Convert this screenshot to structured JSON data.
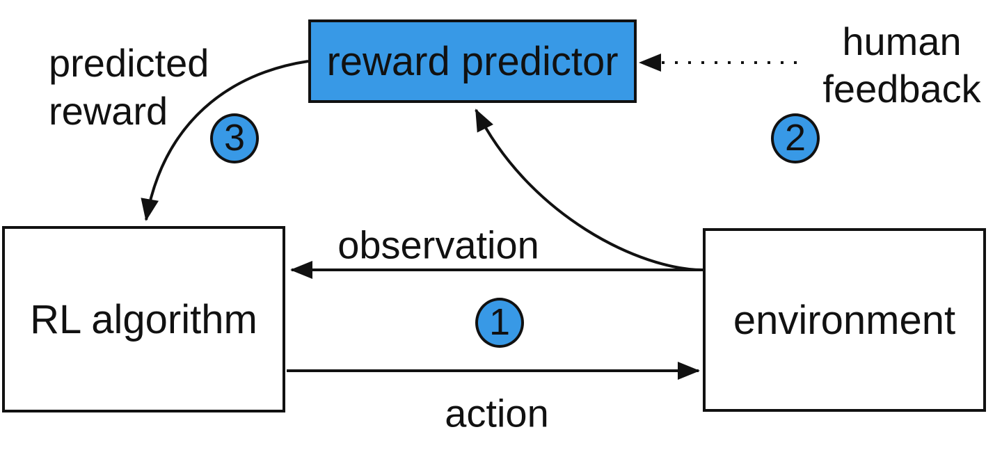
{
  "colors": {
    "background": "#ffffff",
    "stroke": "#111111",
    "text": "#111111",
    "node-blue": "#3899e6",
    "node-white": "#ffffff"
  },
  "nodes": {
    "reward_predictor": {
      "label": "reward predictor",
      "fill": "#3899e6"
    },
    "rl_algorithm": {
      "label": "RL algorithm",
      "fill": "#ffffff"
    },
    "environment": {
      "label": "environment",
      "fill": "#ffffff"
    }
  },
  "edges": {
    "observation": {
      "label": "observation",
      "from": "environment",
      "to": "rl_algorithm",
      "style": "solid"
    },
    "action": {
      "label": "action",
      "from": "rl_algorithm",
      "to": "environment",
      "style": "solid"
    },
    "predicted_reward": {
      "label_lines": [
        "predicted",
        "reward"
      ],
      "from": "reward_predictor",
      "to": "rl_algorithm",
      "style": "solid-curve"
    },
    "environment_to_reward_predictor": {
      "label": "",
      "from": "environment",
      "to": "reward_predictor",
      "style": "solid-curve"
    },
    "human_feedback": {
      "label_lines": [
        "human",
        "feedback"
      ],
      "from": "human",
      "to": "reward_predictor",
      "style": "dotted"
    }
  },
  "step_badges": [
    {
      "value": "1",
      "near": "observation-action loop"
    },
    {
      "value": "2",
      "near": "human feedback"
    },
    {
      "value": "3",
      "near": "predicted reward"
    }
  ]
}
